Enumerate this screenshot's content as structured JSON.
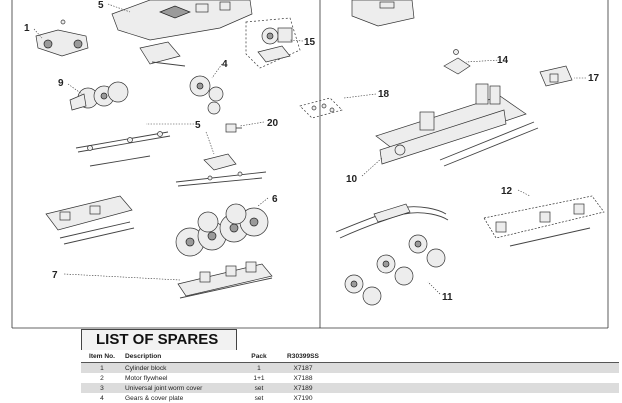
{
  "callouts": {
    "c1": "1",
    "c4": "4",
    "c5a": "5",
    "c5b": "5",
    "c6": "6",
    "c7": "7",
    "c9": "9",
    "c10": "10",
    "c11": "11",
    "c12": "12",
    "c14": "14",
    "c15": "15",
    "c17": "17",
    "c18": "18",
    "c20": "20"
  },
  "spares": {
    "title": "LIST OF SPARES",
    "headers": {
      "item_no": "Item No.",
      "description": "Description",
      "pack": "Pack",
      "code": "R30399SS"
    },
    "rows": [
      {
        "item": "1",
        "description": "Cylinder block",
        "pack": "1",
        "code": "X7187"
      },
      {
        "item": "2",
        "description": "Motor flywheel",
        "pack": "1+1",
        "code": "X7188"
      },
      {
        "item": "3",
        "description": "Universal joint worm cover",
        "pack": "set",
        "code": "X7189"
      },
      {
        "item": "4",
        "description": "Gears & cover plate",
        "pack": "set",
        "code": "X7190"
      }
    ]
  }
}
